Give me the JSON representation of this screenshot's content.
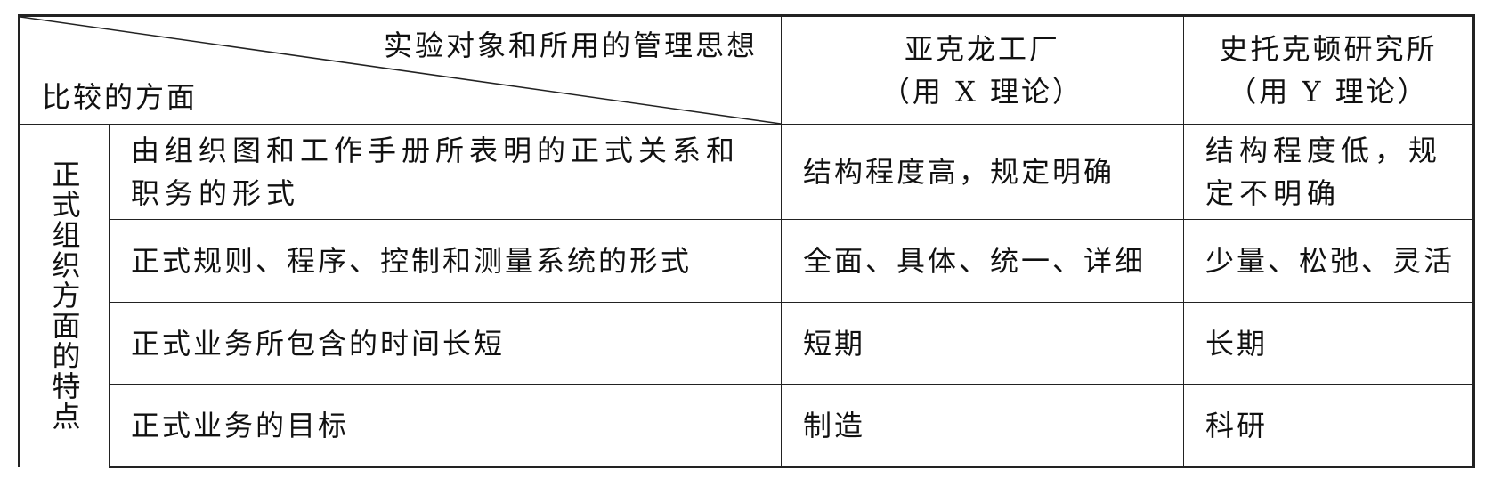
{
  "header": {
    "diag_top": "实验对象和所用的管理思想",
    "diag_bottom": "比较的方面",
    "col_akron_line1": "亚克龙工厂",
    "col_akron_line2": "（用 X 理论）",
    "col_stockton_line1": "史托克顿研究所",
    "col_stockton_line2": "（用 Y 理论）"
  },
  "group_label": "正式组织方面的特点",
  "rows": [
    {
      "aspect": "由组织图和工作手册所表明的正式关系和职务的形式",
      "akron": "结构程度高，规定明确",
      "stockton": "结构程度低，规定不明确"
    },
    {
      "aspect": "正式规则、程序、控制和测量系统的形式",
      "akron": "全面、具体、统一、详细",
      "stockton": "少量、松弛、灵活"
    },
    {
      "aspect": "正式业务所包含的时间长短",
      "akron": "短期",
      "stockton": "长期"
    },
    {
      "aspect": "正式业务的目标",
      "akron": "制造",
      "stockton": "科研"
    }
  ]
}
